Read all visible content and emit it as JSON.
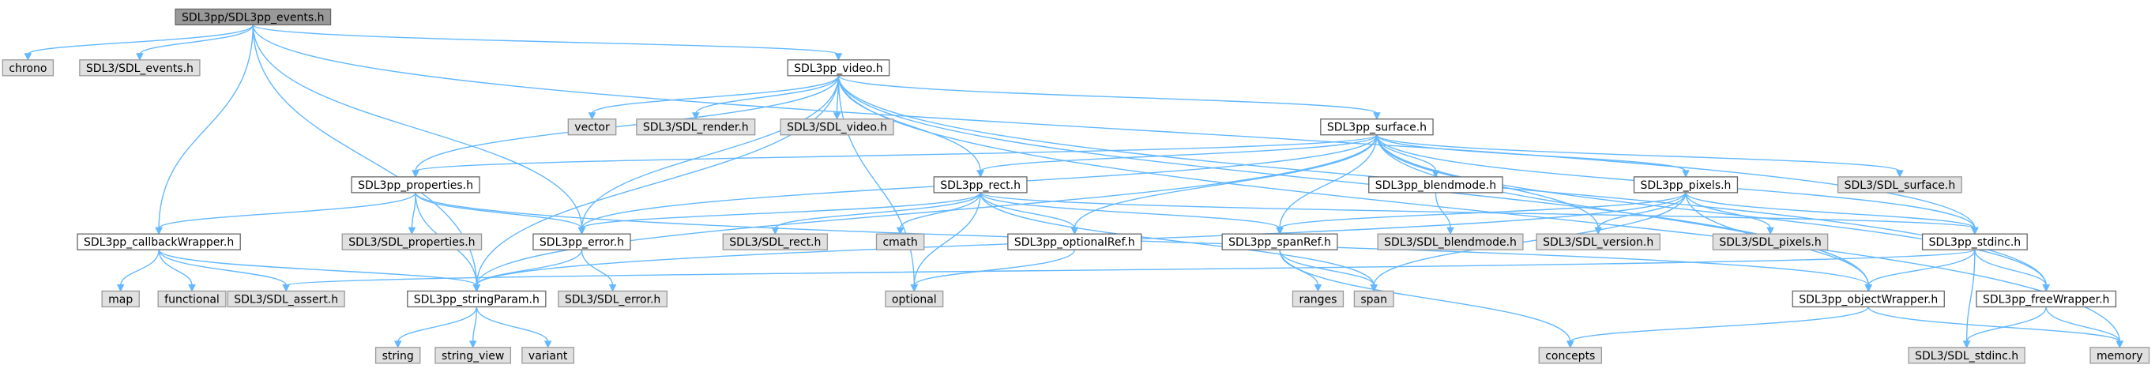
{
  "graph": {
    "edge_color": "#63b8ff",
    "nodes": [
      {
        "id": "events",
        "label": "SDL3pp/SDL3pp_events.h",
        "kind": "root"
      },
      {
        "id": "chrono",
        "label": "chrono",
        "kind": "sys"
      },
      {
        "id": "sdl_events",
        "label": "SDL3/SDL_events.h",
        "kind": "sys"
      },
      {
        "id": "video",
        "label": "SDL3pp_video.h",
        "kind": "file"
      },
      {
        "id": "vector",
        "label": "vector",
        "kind": "sys"
      },
      {
        "id": "sdl_render",
        "label": "SDL3/SDL_render.h",
        "kind": "sys"
      },
      {
        "id": "sdl_video",
        "label": "SDL3/SDL_video.h",
        "kind": "sys"
      },
      {
        "id": "surface",
        "label": "SDL3pp_surface.h",
        "kind": "file"
      },
      {
        "id": "properties",
        "label": "SDL3pp_properties.h",
        "kind": "file"
      },
      {
        "id": "rect",
        "label": "SDL3pp_rect.h",
        "kind": "file"
      },
      {
        "id": "blendmode",
        "label": "SDL3pp_blendmode.h",
        "kind": "file"
      },
      {
        "id": "pixels",
        "label": "SDL3pp_pixels.h",
        "kind": "file"
      },
      {
        "id": "sdl_surface",
        "label": "SDL3/SDL_surface.h",
        "kind": "sys"
      },
      {
        "id": "callback",
        "label": "SDL3pp_callbackWrapper.h",
        "kind": "file"
      },
      {
        "id": "sdl_properties",
        "label": "SDL3/SDL_properties.h",
        "kind": "sys"
      },
      {
        "id": "error",
        "label": "SDL3pp_error.h",
        "kind": "file"
      },
      {
        "id": "sdl_rect",
        "label": "SDL3/SDL_rect.h",
        "kind": "sys"
      },
      {
        "id": "cmath",
        "label": "cmath",
        "kind": "sys"
      },
      {
        "id": "optionalref",
        "label": "SDL3pp_optionalRef.h",
        "kind": "file"
      },
      {
        "id": "spanref",
        "label": "SDL3pp_spanRef.h",
        "kind": "file"
      },
      {
        "id": "sdl_blendmode",
        "label": "SDL3/SDL_blendmode.h",
        "kind": "sys"
      },
      {
        "id": "sdl_version",
        "label": "SDL3/SDL_version.h",
        "kind": "sys"
      },
      {
        "id": "sdl_pixels",
        "label": "SDL3/SDL_pixels.h",
        "kind": "sys"
      },
      {
        "id": "stdinc",
        "label": "SDL3pp_stdinc.h",
        "kind": "file"
      },
      {
        "id": "map",
        "label": "map",
        "kind": "sys"
      },
      {
        "id": "functional",
        "label": "functional",
        "kind": "sys"
      },
      {
        "id": "sdl_assert",
        "label": "SDL3/SDL_assert.h",
        "kind": "sys"
      },
      {
        "id": "stringparam",
        "label": "SDL3pp_stringParam.h",
        "kind": "file"
      },
      {
        "id": "sdl_error",
        "label": "SDL3/SDL_error.h",
        "kind": "sys"
      },
      {
        "id": "optional",
        "label": "optional",
        "kind": "sys"
      },
      {
        "id": "ranges",
        "label": "ranges",
        "kind": "sys"
      },
      {
        "id": "span",
        "label": "span",
        "kind": "sys"
      },
      {
        "id": "objectwrapper",
        "label": "SDL3pp_objectWrapper.h",
        "kind": "file"
      },
      {
        "id": "freewrapper",
        "label": "SDL3pp_freeWrapper.h",
        "kind": "file"
      },
      {
        "id": "string",
        "label": "string",
        "kind": "sys"
      },
      {
        "id": "string_view",
        "label": "string_view",
        "kind": "sys"
      },
      {
        "id": "variant",
        "label": "variant",
        "kind": "sys"
      },
      {
        "id": "concepts",
        "label": "concepts",
        "kind": "sys"
      },
      {
        "id": "sdl_stdinc",
        "label": "SDL3/SDL_stdinc.h",
        "kind": "sys"
      },
      {
        "id": "memory",
        "label": "memory",
        "kind": "sys"
      }
    ],
    "edges": [
      [
        "events",
        "chrono"
      ],
      [
        "events",
        "sdl_events"
      ],
      [
        "events",
        "video"
      ],
      [
        "events",
        "callback"
      ],
      [
        "events",
        "error"
      ],
      [
        "events",
        "stringparam"
      ],
      [
        "events",
        "stdinc"
      ],
      [
        "video",
        "vector"
      ],
      [
        "video",
        "sdl_render"
      ],
      [
        "video",
        "sdl_video"
      ],
      [
        "video",
        "surface"
      ],
      [
        "video",
        "properties"
      ],
      [
        "video",
        "rect"
      ],
      [
        "video",
        "error"
      ],
      [
        "video",
        "stringparam"
      ],
      [
        "video",
        "optional"
      ],
      [
        "video",
        "objectwrapper"
      ],
      [
        "video",
        "freewrapper"
      ],
      [
        "video",
        "memory"
      ],
      [
        "surface",
        "properties"
      ],
      [
        "surface",
        "rect"
      ],
      [
        "surface",
        "blendmode"
      ],
      [
        "surface",
        "pixels"
      ],
      [
        "surface",
        "sdl_surface"
      ],
      [
        "surface",
        "error"
      ],
      [
        "surface",
        "optionalref"
      ],
      [
        "surface",
        "spanref"
      ],
      [
        "surface",
        "sdl_version"
      ],
      [
        "surface",
        "stdinc"
      ],
      [
        "surface",
        "stringparam"
      ],
      [
        "surface",
        "objectwrapper"
      ],
      [
        "surface",
        "freewrapper"
      ],
      [
        "properties",
        "callback"
      ],
      [
        "properties",
        "sdl_properties"
      ],
      [
        "properties",
        "error"
      ],
      [
        "properties",
        "stringparam"
      ],
      [
        "properties",
        "objectwrapper"
      ],
      [
        "callback",
        "map"
      ],
      [
        "callback",
        "functional"
      ],
      [
        "callback",
        "sdl_assert"
      ],
      [
        "callback",
        "stringparam"
      ],
      [
        "rect",
        "sdl_rect"
      ],
      [
        "rect",
        "cmath"
      ],
      [
        "rect",
        "optional"
      ],
      [
        "rect",
        "optionalref"
      ],
      [
        "rect",
        "spanref"
      ],
      [
        "rect",
        "error"
      ],
      [
        "rect",
        "stdinc"
      ],
      [
        "rect",
        "span"
      ],
      [
        "blendmode",
        "sdl_blendmode"
      ],
      [
        "pixels",
        "sdl_version"
      ],
      [
        "pixels",
        "sdl_pixels"
      ],
      [
        "pixels",
        "spanref"
      ],
      [
        "pixels",
        "stdinc"
      ],
      [
        "pixels",
        "objectwrapper"
      ],
      [
        "pixels",
        "stringparam"
      ],
      [
        "pixels",
        "span"
      ],
      [
        "error",
        "sdl_error"
      ],
      [
        "error",
        "stringparam"
      ],
      [
        "optionalref",
        "optional"
      ],
      [
        "spanref",
        "ranges"
      ],
      [
        "spanref",
        "span"
      ],
      [
        "spanref",
        "concepts"
      ],
      [
        "stdinc",
        "sdl_assert"
      ],
      [
        "stdinc",
        "objectwrapper"
      ],
      [
        "stdinc",
        "freewrapper"
      ],
      [
        "stdinc",
        "sdl_stdinc"
      ],
      [
        "objectwrapper",
        "concepts"
      ],
      [
        "objectwrapper",
        "memory"
      ],
      [
        "freewrapper",
        "sdl_stdinc"
      ],
      [
        "freewrapper",
        "memory"
      ],
      [
        "stringparam",
        "string"
      ],
      [
        "stringparam",
        "string_view"
      ],
      [
        "stringparam",
        "variant"
      ]
    ]
  }
}
